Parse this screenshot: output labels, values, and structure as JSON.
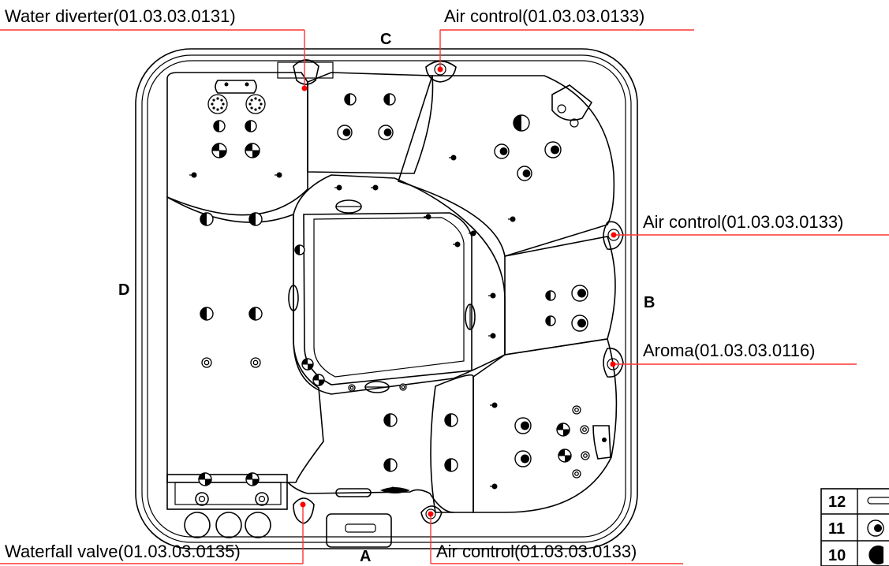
{
  "callouts": {
    "water_diverter": "Water diverter(01.03.03.0131)",
    "air_control_top": "Air control(01.03.03.0133)",
    "air_control_right": "Air control(01.03.03.0133)",
    "aroma": "Aroma(01.03.03.0116)",
    "waterfall_valve": "Waterfall valve(01.03.03.0135)",
    "air_control_bottom": "Air control(01.03.03.0133)"
  },
  "sides": {
    "a": "A",
    "b": "B",
    "c": "C",
    "d": "D"
  },
  "legend_rows": [
    "12",
    "11",
    "10"
  ],
  "colors": {
    "outline": "#000000",
    "leader": "#ff3333",
    "marker": "#ff0000",
    "background": "#ffffff"
  }
}
